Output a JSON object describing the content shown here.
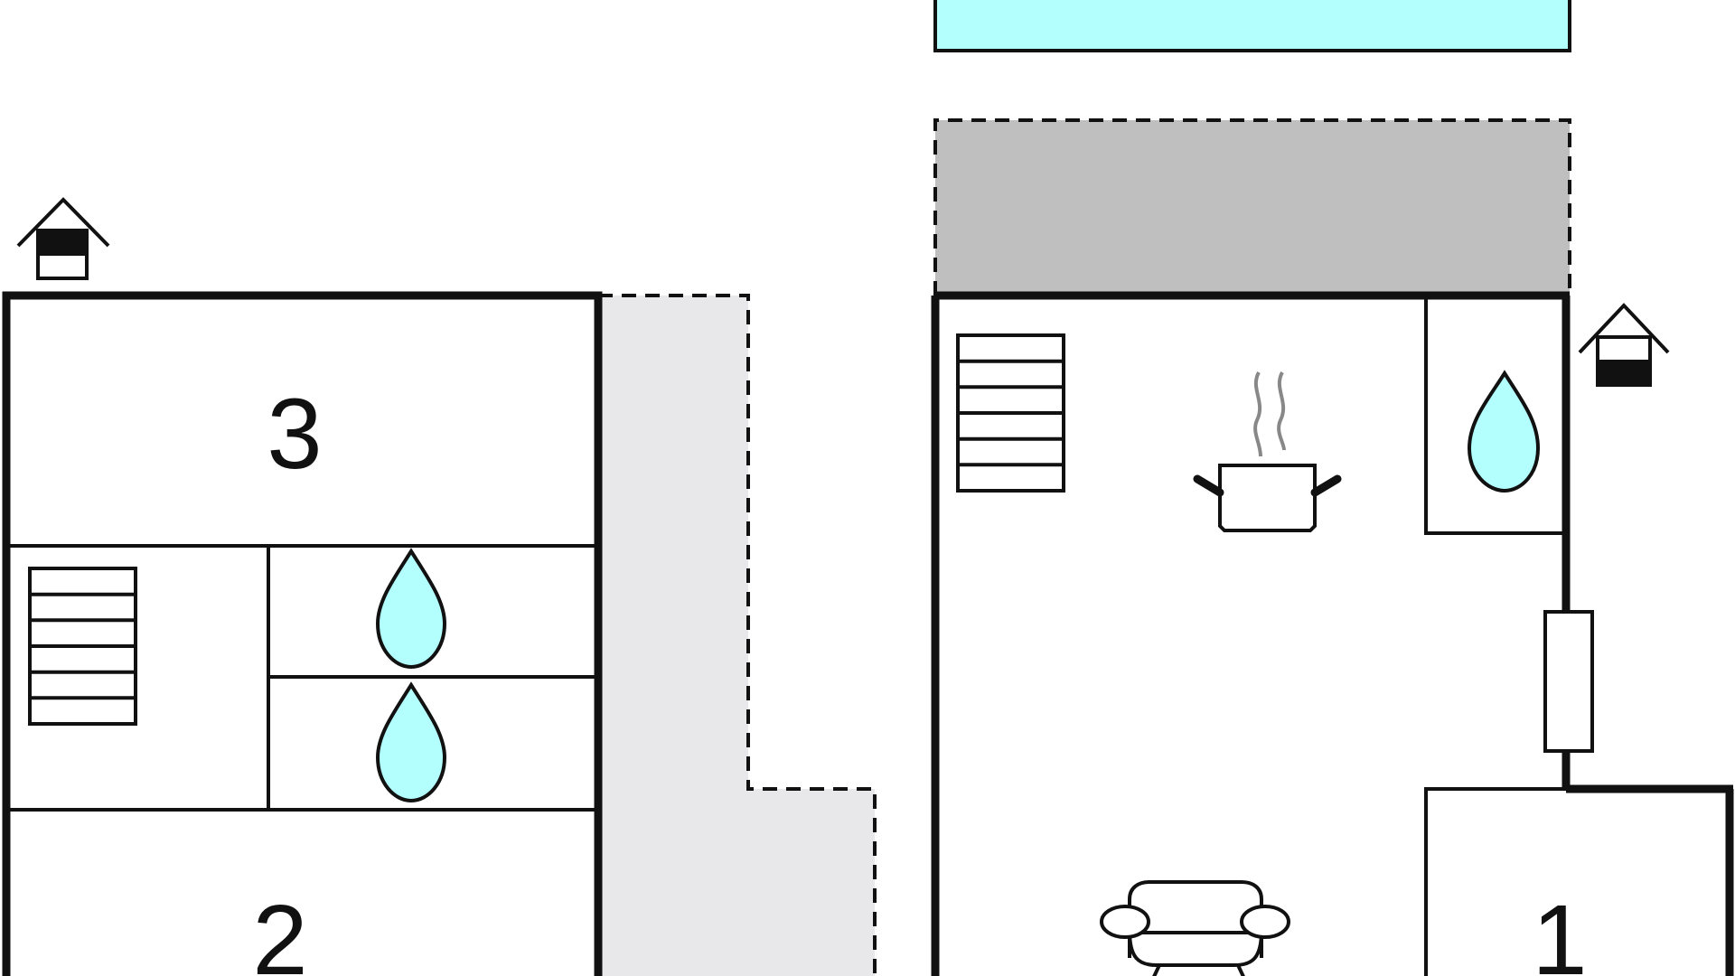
{
  "rooms": {
    "bedroom_3": {
      "number": "3"
    },
    "bedroom_2": {
      "number": "2"
    },
    "bedroom_1": {
      "number": "1"
    }
  },
  "icons": [
    "house-entrance-icon",
    "stairs-icon",
    "water-drop-icon",
    "cooking-pot-icon",
    "armchair-icon",
    "door-icon"
  ],
  "colors": {
    "pool": "#b3fffe",
    "covered_terrace": "#bfbfc0",
    "open_terrace": "#e8e8ea",
    "water": "#b3fffe",
    "wall": "#111111"
  }
}
